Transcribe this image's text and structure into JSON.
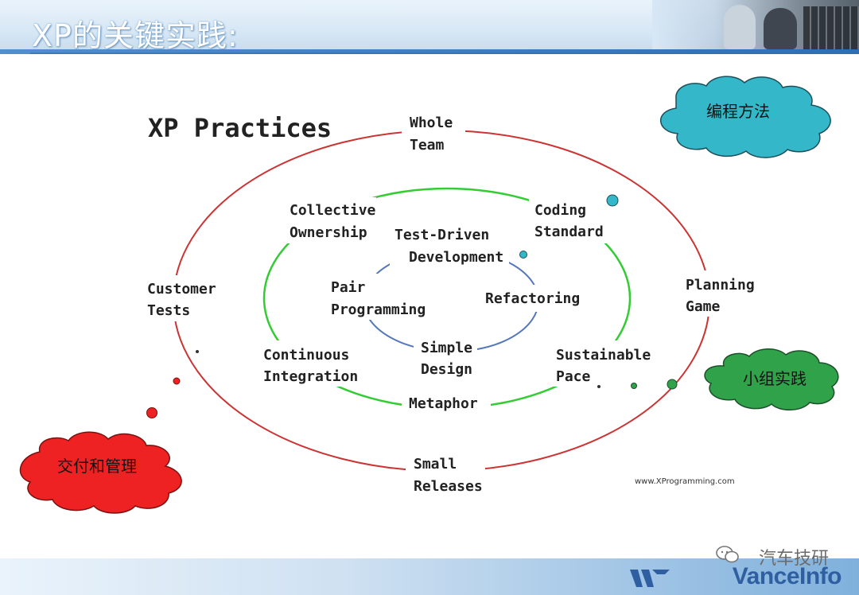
{
  "slide": {
    "title": "XP的关键实践:",
    "brand": "VanceInfo",
    "watermark": "汽车技研"
  },
  "diagram": {
    "heading": "XP Practices",
    "source": "www.XProgramming.com",
    "outer_ring": {
      "color": "#cc3333",
      "practices": [
        [
          "Whole",
          "Team"
        ],
        [
          "Planning",
          "Game"
        ],
        [
          "Small",
          "Releases"
        ],
        [
          "Customer",
          "Tests"
        ]
      ]
    },
    "middle_ring": {
      "color": "#33cc33",
      "practices": [
        [
          "Collective",
          "Ownership"
        ],
        [
          "Coding",
          "Standard"
        ],
        [
          "Sustainable",
          "Pace"
        ],
        [
          "Metaphor"
        ],
        [
          "Continuous",
          "Integration"
        ]
      ]
    },
    "inner_ring": {
      "color": "#5577bb",
      "practices": [
        [
          "Test-Driven",
          "Development"
        ],
        [
          "Refactoring"
        ],
        [
          "Simple",
          "Design"
        ],
        [
          "Pair",
          "Programming"
        ]
      ]
    },
    "callouts": [
      {
        "text": "编程方法",
        "color": "#33b7c9"
      },
      {
        "text": "小组实践",
        "color": "#2fa24a"
      },
      {
        "text": "交付和管理",
        "color": "#ee2222"
      }
    ]
  }
}
